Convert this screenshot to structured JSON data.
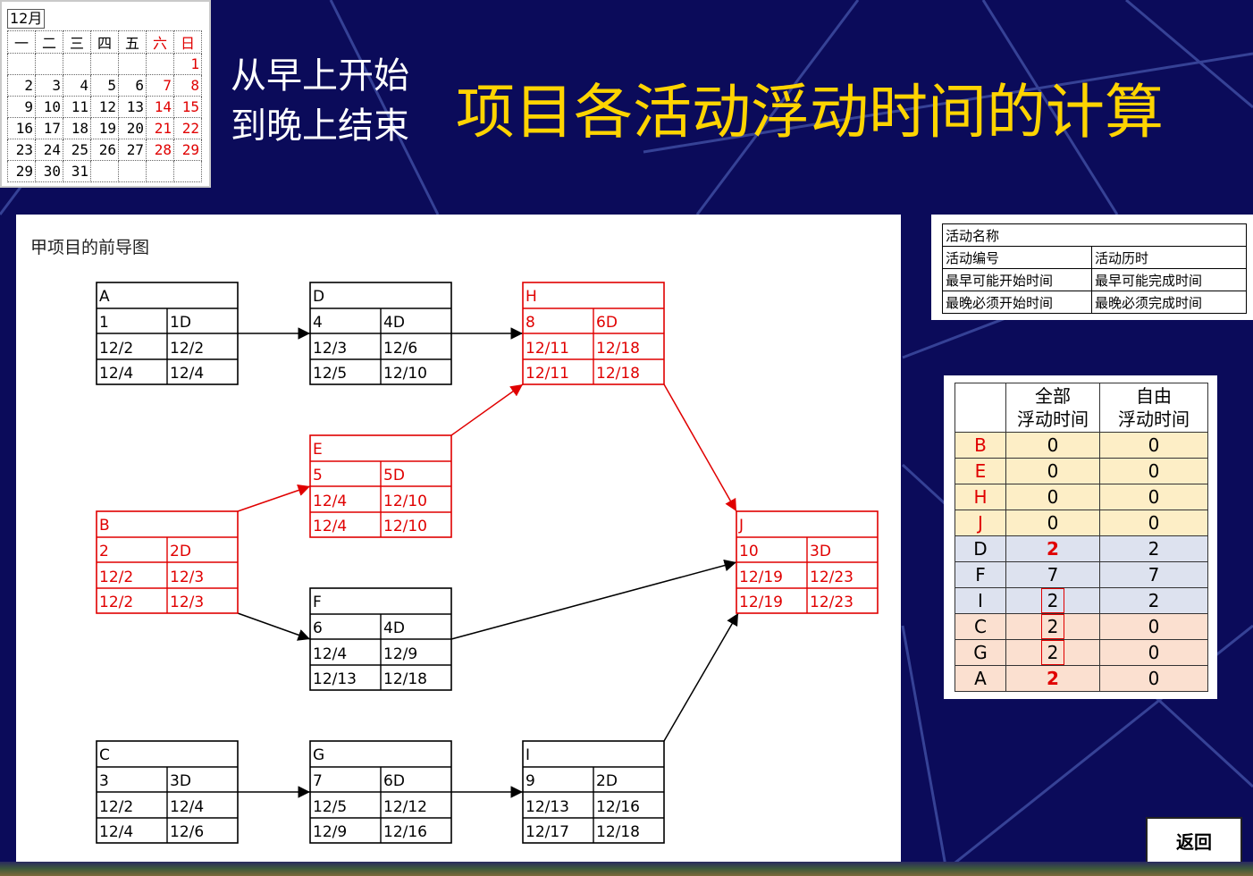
{
  "colors": {
    "background": "#0b0b5a",
    "title": "#ffd400",
    "critical": "#e00000",
    "row_yellow": "#fdeec6",
    "row_blue": "#dde2ef",
    "row_peach": "#fbe0d0"
  },
  "calendar": {
    "month": "12月",
    "weekdays": [
      "一",
      "二",
      "三",
      "四",
      "五",
      "六",
      "日"
    ],
    "weeks": [
      [
        "",
        "",
        "",
        "",
        "",
        "",
        "1"
      ],
      [
        "2",
        "3",
        "4",
        "5",
        "6",
        "7",
        "8"
      ],
      [
        "9",
        "10",
        "11",
        "12",
        "13",
        "14",
        "15"
      ],
      [
        "16",
        "17",
        "18",
        "19",
        "20",
        "21",
        "22"
      ],
      [
        "23",
        "24",
        "25",
        "26",
        "27",
        "28",
        "29"
      ],
      [
        "29",
        "30",
        "31",
        "",
        "",
        "",
        ""
      ]
    ]
  },
  "subtitle": {
    "line1": "从早上开始",
    "line2": "到晚上结束"
  },
  "title": "项目各活动浮动时间的计算",
  "diagram": {
    "title": "甲项目的前导图",
    "nodes": [
      {
        "name": "A",
        "num": "1",
        "dur": "1D",
        "es": "12/2",
        "ef": "12/2",
        "ls": "12/4",
        "lf": "12/4",
        "critical": false
      },
      {
        "name": "D",
        "num": "4",
        "dur": "4D",
        "es": "12/3",
        "ef": "12/6",
        "ls": "12/5",
        "lf": "12/10",
        "critical": false
      },
      {
        "name": "H",
        "num": "8",
        "dur": "6D",
        "es": "12/11",
        "ef": "12/18",
        "ls": "12/11",
        "lf": "12/18",
        "critical": true
      },
      {
        "name": "E",
        "num": "5",
        "dur": "5D",
        "es": "12/4",
        "ef": "12/10",
        "ls": "12/4",
        "lf": "12/10",
        "critical": true
      },
      {
        "name": "B",
        "num": "2",
        "dur": "2D",
        "es": "12/2",
        "ef": "12/3",
        "ls": "12/2",
        "lf": "12/3",
        "critical": true
      },
      {
        "name": "J",
        "num": "10",
        "dur": "3D",
        "es": "12/19",
        "ef": "12/23",
        "ls": "12/19",
        "lf": "12/23",
        "critical": true
      },
      {
        "name": "F",
        "num": "6",
        "dur": "4D",
        "es": "12/4",
        "ef": "12/9",
        "ls": "12/13",
        "lf": "12/18",
        "critical": false
      },
      {
        "name": "C",
        "num": "3",
        "dur": "3D",
        "es": "12/2",
        "ef": "12/4",
        "ls": "12/4",
        "lf": "12/6",
        "critical": false
      },
      {
        "name": "G",
        "num": "7",
        "dur": "6D",
        "es": "12/5",
        "ef": "12/12",
        "ls": "12/9",
        "lf": "12/16",
        "critical": false
      },
      {
        "name": "I",
        "num": "9",
        "dur": "2D",
        "es": "12/13",
        "ef": "12/16",
        "ls": "12/17",
        "lf": "12/18",
        "critical": false
      }
    ],
    "edges": [
      {
        "from": "A",
        "to": "D",
        "critical": false
      },
      {
        "from": "D",
        "to": "H",
        "critical": false
      },
      {
        "from": "B",
        "to": "E",
        "critical": true
      },
      {
        "from": "E",
        "to": "H",
        "critical": true
      },
      {
        "from": "H",
        "to": "J",
        "critical": true
      },
      {
        "from": "B",
        "to": "F",
        "critical": false
      },
      {
        "from": "F",
        "to": "J",
        "critical": false
      },
      {
        "from": "C",
        "to": "G",
        "critical": false
      },
      {
        "from": "G",
        "to": "I",
        "critical": false
      },
      {
        "from": "I",
        "to": "J",
        "critical": false
      }
    ]
  },
  "legend": {
    "r1": "活动名称",
    "r2a": "活动编号",
    "r2b": "活动历时",
    "r3a": "最早可能开始时间",
    "r3b": "最早可能完成时间",
    "r4a": "最晚必须开始时间",
    "r4b": "最晚必须完成时间"
  },
  "float_table": {
    "h_total_1": "全部",
    "h_total_2": "浮动时间",
    "h_free_1": "自由",
    "h_free_2": "浮动时间",
    "rows": [
      {
        "act": "B",
        "total": "0",
        "free": "0",
        "group": "yellow",
        "act_red": true,
        "total_style": ""
      },
      {
        "act": "E",
        "total": "0",
        "free": "0",
        "group": "yellow",
        "act_red": true,
        "total_style": ""
      },
      {
        "act": "H",
        "total": "0",
        "free": "0",
        "group": "yellow",
        "act_red": true,
        "total_style": ""
      },
      {
        "act": "J",
        "total": "0",
        "free": "0",
        "group": "yellow",
        "act_red": true,
        "total_style": ""
      },
      {
        "act": "D",
        "total": "2",
        "free": "2",
        "group": "blue",
        "act_red": false,
        "total_style": "bold-red"
      },
      {
        "act": "F",
        "total": "7",
        "free": "7",
        "group": "blue",
        "act_red": false,
        "total_style": ""
      },
      {
        "act": "I",
        "total": "2",
        "free": "2",
        "group": "blue",
        "act_red": false,
        "total_style": "boxed"
      },
      {
        "act": "C",
        "total": "2",
        "free": "0",
        "group": "peach",
        "act_red": false,
        "total_style": "boxed"
      },
      {
        "act": "G",
        "total": "2",
        "free": "0",
        "group": "peach",
        "act_red": false,
        "total_style": "boxed"
      },
      {
        "act": "A",
        "total": "2",
        "free": "0",
        "group": "peach",
        "act_red": false,
        "total_style": "bold-red"
      }
    ]
  },
  "back_button": "返回"
}
